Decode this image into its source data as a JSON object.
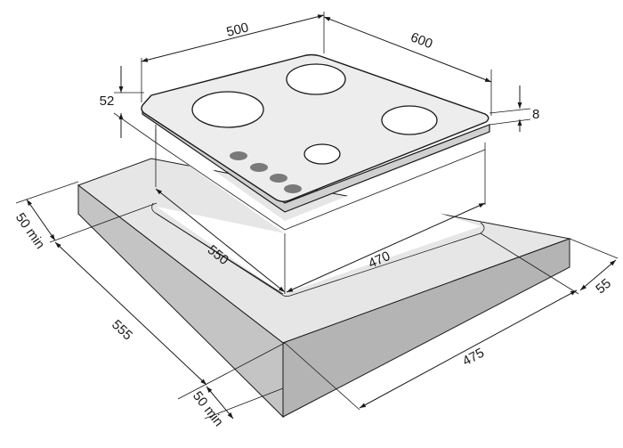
{
  "labels": {
    "hob_width": "500",
    "hob_depth": "600",
    "hob_height": "52",
    "glass_thickness": "8",
    "cutout_depth": "550",
    "cutout_width": "470",
    "front_clearance": "50 min",
    "worktop_depth": "555",
    "rear_clearance": "50 min",
    "worktop_width": "475",
    "side_clearance": "55"
  },
  "colors": {
    "worktop_top": "#e6e6e6",
    "worktop_side": "#c4c4c4",
    "worktop_front": "#b4b4b4",
    "hob_top": "#ededed",
    "hob_edge": "#d0d0d0",
    "knob": "#7a7a7a",
    "line": "#1a1a1a"
  }
}
